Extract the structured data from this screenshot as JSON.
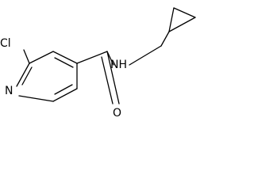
{
  "molecule": {
    "atoms": {
      "chlorine": "Cl",
      "ring_nitrogen": "N",
      "amide_nitrogen": "NH",
      "carbonyl_oxygen": "O"
    },
    "colors": {
      "bond": "#000000",
      "label": "#000000",
      "background": "#ffffff"
    }
  }
}
